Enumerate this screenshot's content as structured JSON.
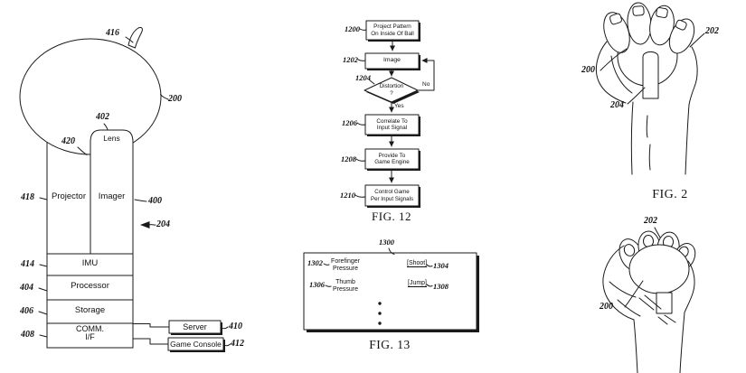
{
  "device": {
    "blocks": {
      "lens": "Lens",
      "projector": "Projector",
      "imager": "Imager",
      "imu": "IMU",
      "processor": "Processor",
      "storage": "Storage",
      "comm": "COMM.\nI/F",
      "server": "Server",
      "game_console": "Game Console"
    },
    "refs": {
      "antenna": "416",
      "ball": "200",
      "lens": "402",
      "neck": "420",
      "projector": "418",
      "imager": "400",
      "assembly": "204",
      "imu": "414",
      "processor": "404",
      "storage": "406",
      "comm": "408",
      "server": "410",
      "game_console": "412"
    }
  },
  "flowchart": {
    "caption": "FIG. 12",
    "steps": {
      "s1200": {
        "ref": "1200",
        "label": "Project Pattern\nOn Inside Of Ball"
      },
      "s1202": {
        "ref": "1202",
        "label": "Image"
      },
      "s1204": {
        "ref": "1204",
        "label": "Distortion\n?",
        "yes": "Yes",
        "no": "No"
      },
      "s1206": {
        "ref": "1206",
        "label": "Correlate To\nInput Signal"
      },
      "s1208": {
        "ref": "1208",
        "label": "Provide To\nGame Engine"
      },
      "s1210": {
        "ref": "1210",
        "label": "Control Game\nPer Input Signals"
      }
    }
  },
  "mapping": {
    "caption": "FIG. 13",
    "ref": "1300",
    "rows": {
      "r1": {
        "ref": "1302",
        "input": "Forefinger\nPressure",
        "action": "[Shoot]",
        "action_ref": "1304"
      },
      "r2": {
        "ref": "1306",
        "input": "Thumb\nPressure",
        "action": "[Jump]",
        "action_ref": "1308"
      }
    }
  },
  "hand_top": {
    "caption": "FIG. 2",
    "refs": {
      "hand": "202",
      "ball": "200",
      "stem": "204"
    }
  },
  "hand_bottom": {
    "refs": {
      "hand": "202",
      "ball": "200"
    }
  }
}
